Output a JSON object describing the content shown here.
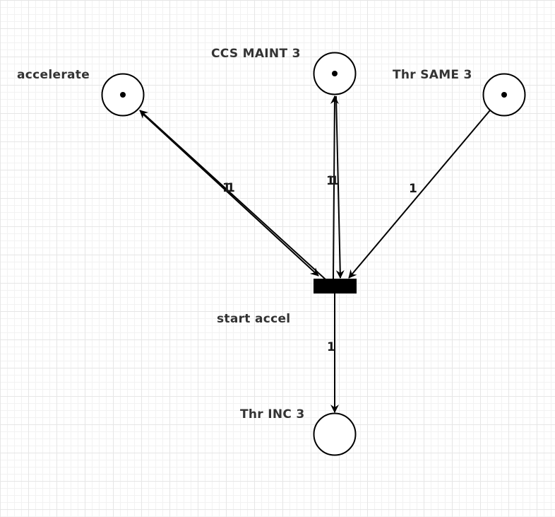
{
  "diagram": {
    "places": [
      {
        "id": "accelerate",
        "label": "accelerate",
        "tokens": 1
      },
      {
        "id": "ccs_maint_3",
        "label": "CCS MAINT 3",
        "tokens": 1
      },
      {
        "id": "thr_same_3",
        "label": "Thr SAME 3",
        "tokens": 1
      },
      {
        "id": "thr_inc_3",
        "label": "Thr INC 3",
        "tokens": 0
      }
    ],
    "transitions": [
      {
        "id": "start_accel",
        "label": "start accel"
      }
    ],
    "arcs": [
      {
        "id": "arc1",
        "from": "accelerate",
        "to": "start_accel",
        "weight": "1"
      },
      {
        "id": "arc2",
        "from": "start_accel",
        "to": "accelerate",
        "weight": "1"
      },
      {
        "id": "arc3",
        "from": "ccs_maint_3",
        "to": "start_accel",
        "weight": "1"
      },
      {
        "id": "arc4",
        "from": "start_accel",
        "to": "ccs_maint_3",
        "weight": "1"
      },
      {
        "id": "arc5",
        "from": "thr_same_3",
        "to": "start_accel",
        "weight": "1"
      },
      {
        "id": "arc6",
        "from": "start_accel",
        "to": "thr_inc_3",
        "weight": "1"
      }
    ]
  }
}
